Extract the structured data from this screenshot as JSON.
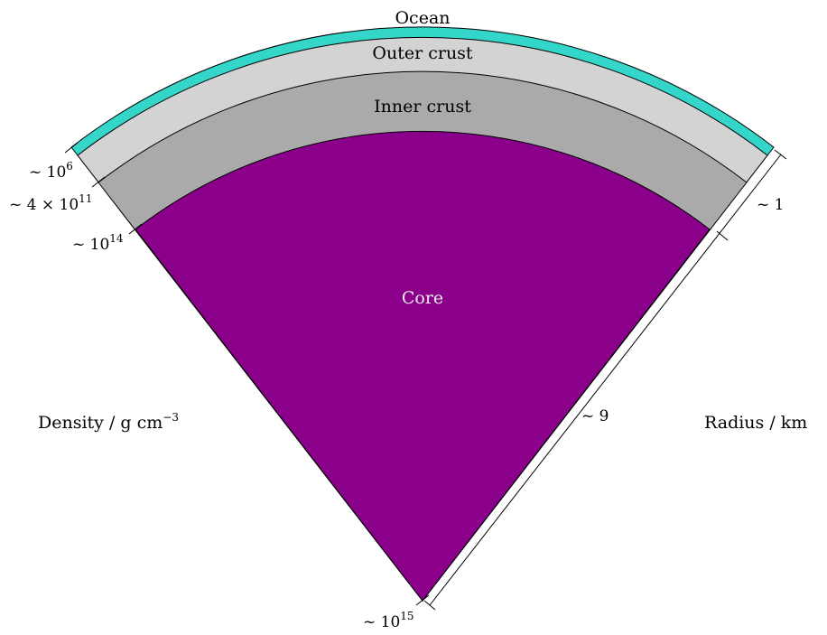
{
  "layers": {
    "ocean": {
      "label": "Ocean",
      "color": "#33d6c9"
    },
    "outer_crust": {
      "label": "Outer crust",
      "color": "#d3d3d3"
    },
    "inner_crust": {
      "label": "Inner crust",
      "color": "#aaaaaa"
    },
    "core": {
      "label": "Core",
      "color": "#8b008b",
      "label_color": "#eeeeee"
    }
  },
  "axes": {
    "density_title": {
      "text": "Density / g cm",
      "exp": "−3"
    },
    "radius_title": "Radius / km"
  },
  "density_ticks": [
    {
      "base": "~ 10",
      "exp": "6"
    },
    {
      "base": "~ 4 × 10",
      "exp": "11"
    },
    {
      "base": "~ 10",
      "exp": "14"
    },
    {
      "base": "~ 10",
      "exp": "15"
    }
  ],
  "radius_labels": {
    "crust": "~ 1",
    "core": "~ 9"
  }
}
